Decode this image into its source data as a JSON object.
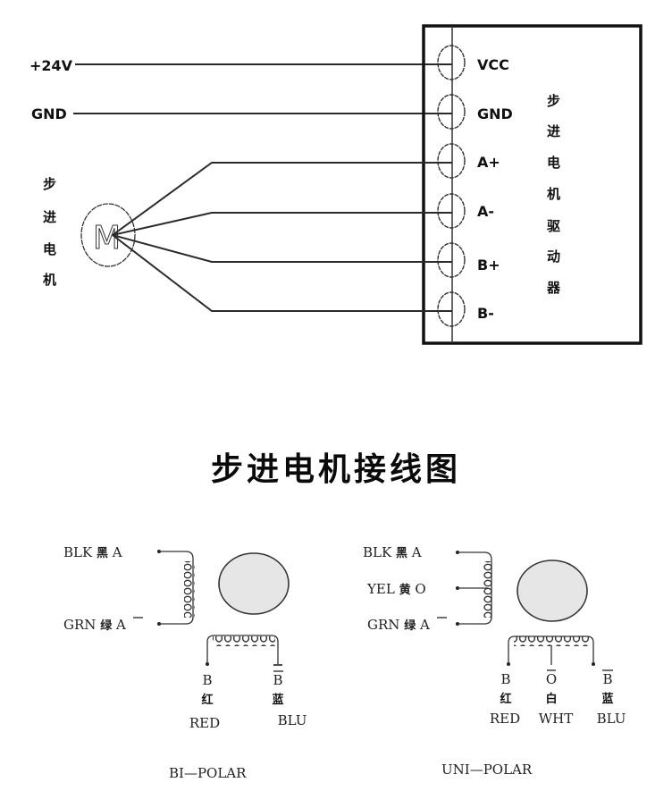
{
  "wiring_diagram": {
    "supply": {
      "positive_label": "+24V",
      "ground_label": "GND"
    },
    "motor": {
      "label_chars": [
        "步",
        "进",
        "电",
        "机"
      ],
      "symbol": "M"
    },
    "driver": {
      "label_chars": [
        "步",
        "进",
        "电",
        "机",
        "驱",
        "动",
        "器"
      ],
      "terminals": [
        "VCC",
        "GND",
        "A+",
        "A-",
        "B+",
        "B-"
      ]
    }
  },
  "title": "步进电机接线图",
  "bipolar": {
    "caption": "BI—POLAR",
    "coil_a": {
      "top": {
        "color_en": "BLK",
        "color_zh": "黑",
        "phase": "A"
      },
      "bottom": {
        "color_en": "GRN",
        "color_zh": "绿",
        "phase": "A"
      }
    },
    "coil_b": [
      {
        "phase": "B",
        "color_zh": "红",
        "color_en": "RED"
      },
      {
        "phase": "B",
        "color_zh": "蓝",
        "color_en": "BLU"
      }
    ]
  },
  "unipolar": {
    "caption": "UNI—POLAR",
    "coil_a": {
      "top": {
        "color_en": "BLK",
        "color_zh": "黑",
        "phase": "A"
      },
      "middle": {
        "color_en": "YEL",
        "color_zh": "黄",
        "phase": "O"
      },
      "bottom": {
        "color_en": "GRN",
        "color_zh": "绿",
        "phase": "A"
      }
    },
    "coil_b": [
      {
        "phase": "B",
        "color_zh": "红",
        "color_en": "RED"
      },
      {
        "phase": "O",
        "color_zh": "白",
        "color_en": "WHT"
      },
      {
        "phase": "B",
        "color_zh": "蓝",
        "color_en": "BLU"
      }
    ]
  }
}
